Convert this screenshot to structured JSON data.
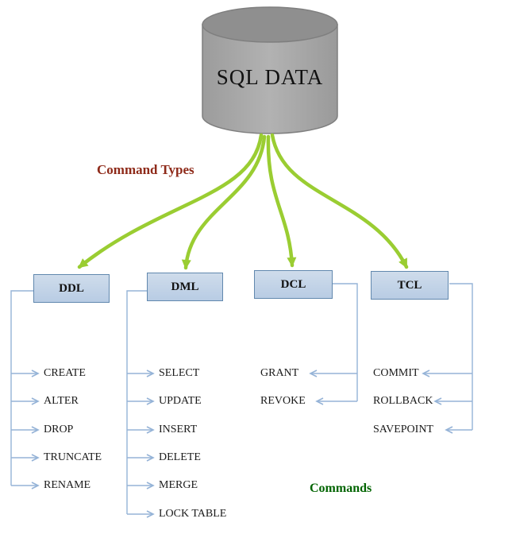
{
  "database": {
    "label": "SQL DATA"
  },
  "labels": {
    "command_types": "Command Types",
    "commands": "Commands"
  },
  "groups": [
    {
      "name": "DDL",
      "commands": [
        "CREATE",
        "ALTER",
        "DROP",
        "TRUNCATE",
        "RENAME"
      ]
    },
    {
      "name": "DML",
      "commands": [
        "SELECT",
        "UPDATE",
        "INSERT",
        "DELETE",
        "MERGE",
        "LOCK TABLE"
      ]
    },
    {
      "name": "DCL",
      "commands": [
        "GRANT",
        "REVOKE"
      ]
    },
    {
      "name": "TCL",
      "commands": [
        "COMMIT",
        "ROLLBACK",
        "SAVEPOINT"
      ]
    }
  ],
  "colors": {
    "arrow_green": "#9acd32",
    "connector_blue": "#95b3d7",
    "box_fill": "#b8cce4",
    "box_border": "#6188ae",
    "command_types_text": "#8e2a19",
    "commands_text": "#006400",
    "cylinder_body": "#a6a6a6",
    "cylinder_top": "#8f8f8f"
  }
}
